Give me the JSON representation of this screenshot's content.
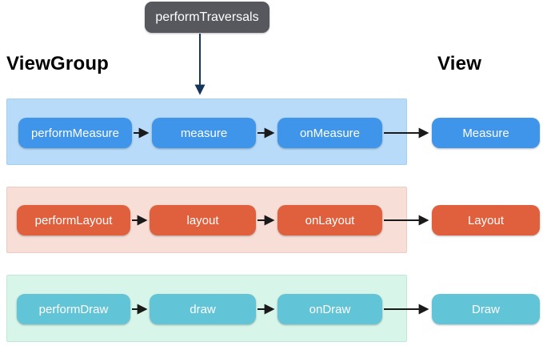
{
  "title_box": {
    "label": "performTraversals"
  },
  "headers": {
    "left": "ViewGroup",
    "right": "View"
  },
  "rows": [
    {
      "name": "measure",
      "steps": [
        "performMeasure",
        "measure",
        "onMeasure"
      ],
      "result": "Measure"
    },
    {
      "name": "layout",
      "steps": [
        "performLayout",
        "layout",
        "onLayout"
      ],
      "result": "Layout"
    },
    {
      "name": "draw",
      "steps": [
        "performDraw",
        "draw",
        "onDraw"
      ],
      "result": "Draw"
    }
  ],
  "colors": {
    "gray": "#56585e",
    "accent_blue": "#3f95ea",
    "bg_blue": "#b7dbf8",
    "border_blue": "#a3cff2",
    "accent_orange": "#e0603e",
    "bg_pink": "#f7ded7",
    "border_pink": "#eccdc3",
    "accent_teal": "#62c5d7",
    "bg_mint": "#d8f5e9",
    "border_mint": "#c0e9d6",
    "arrow_black": "#1a1a1a",
    "arrow_navy": "#16355a",
    "text_white": "#ffffff",
    "text_black": "#000000"
  }
}
